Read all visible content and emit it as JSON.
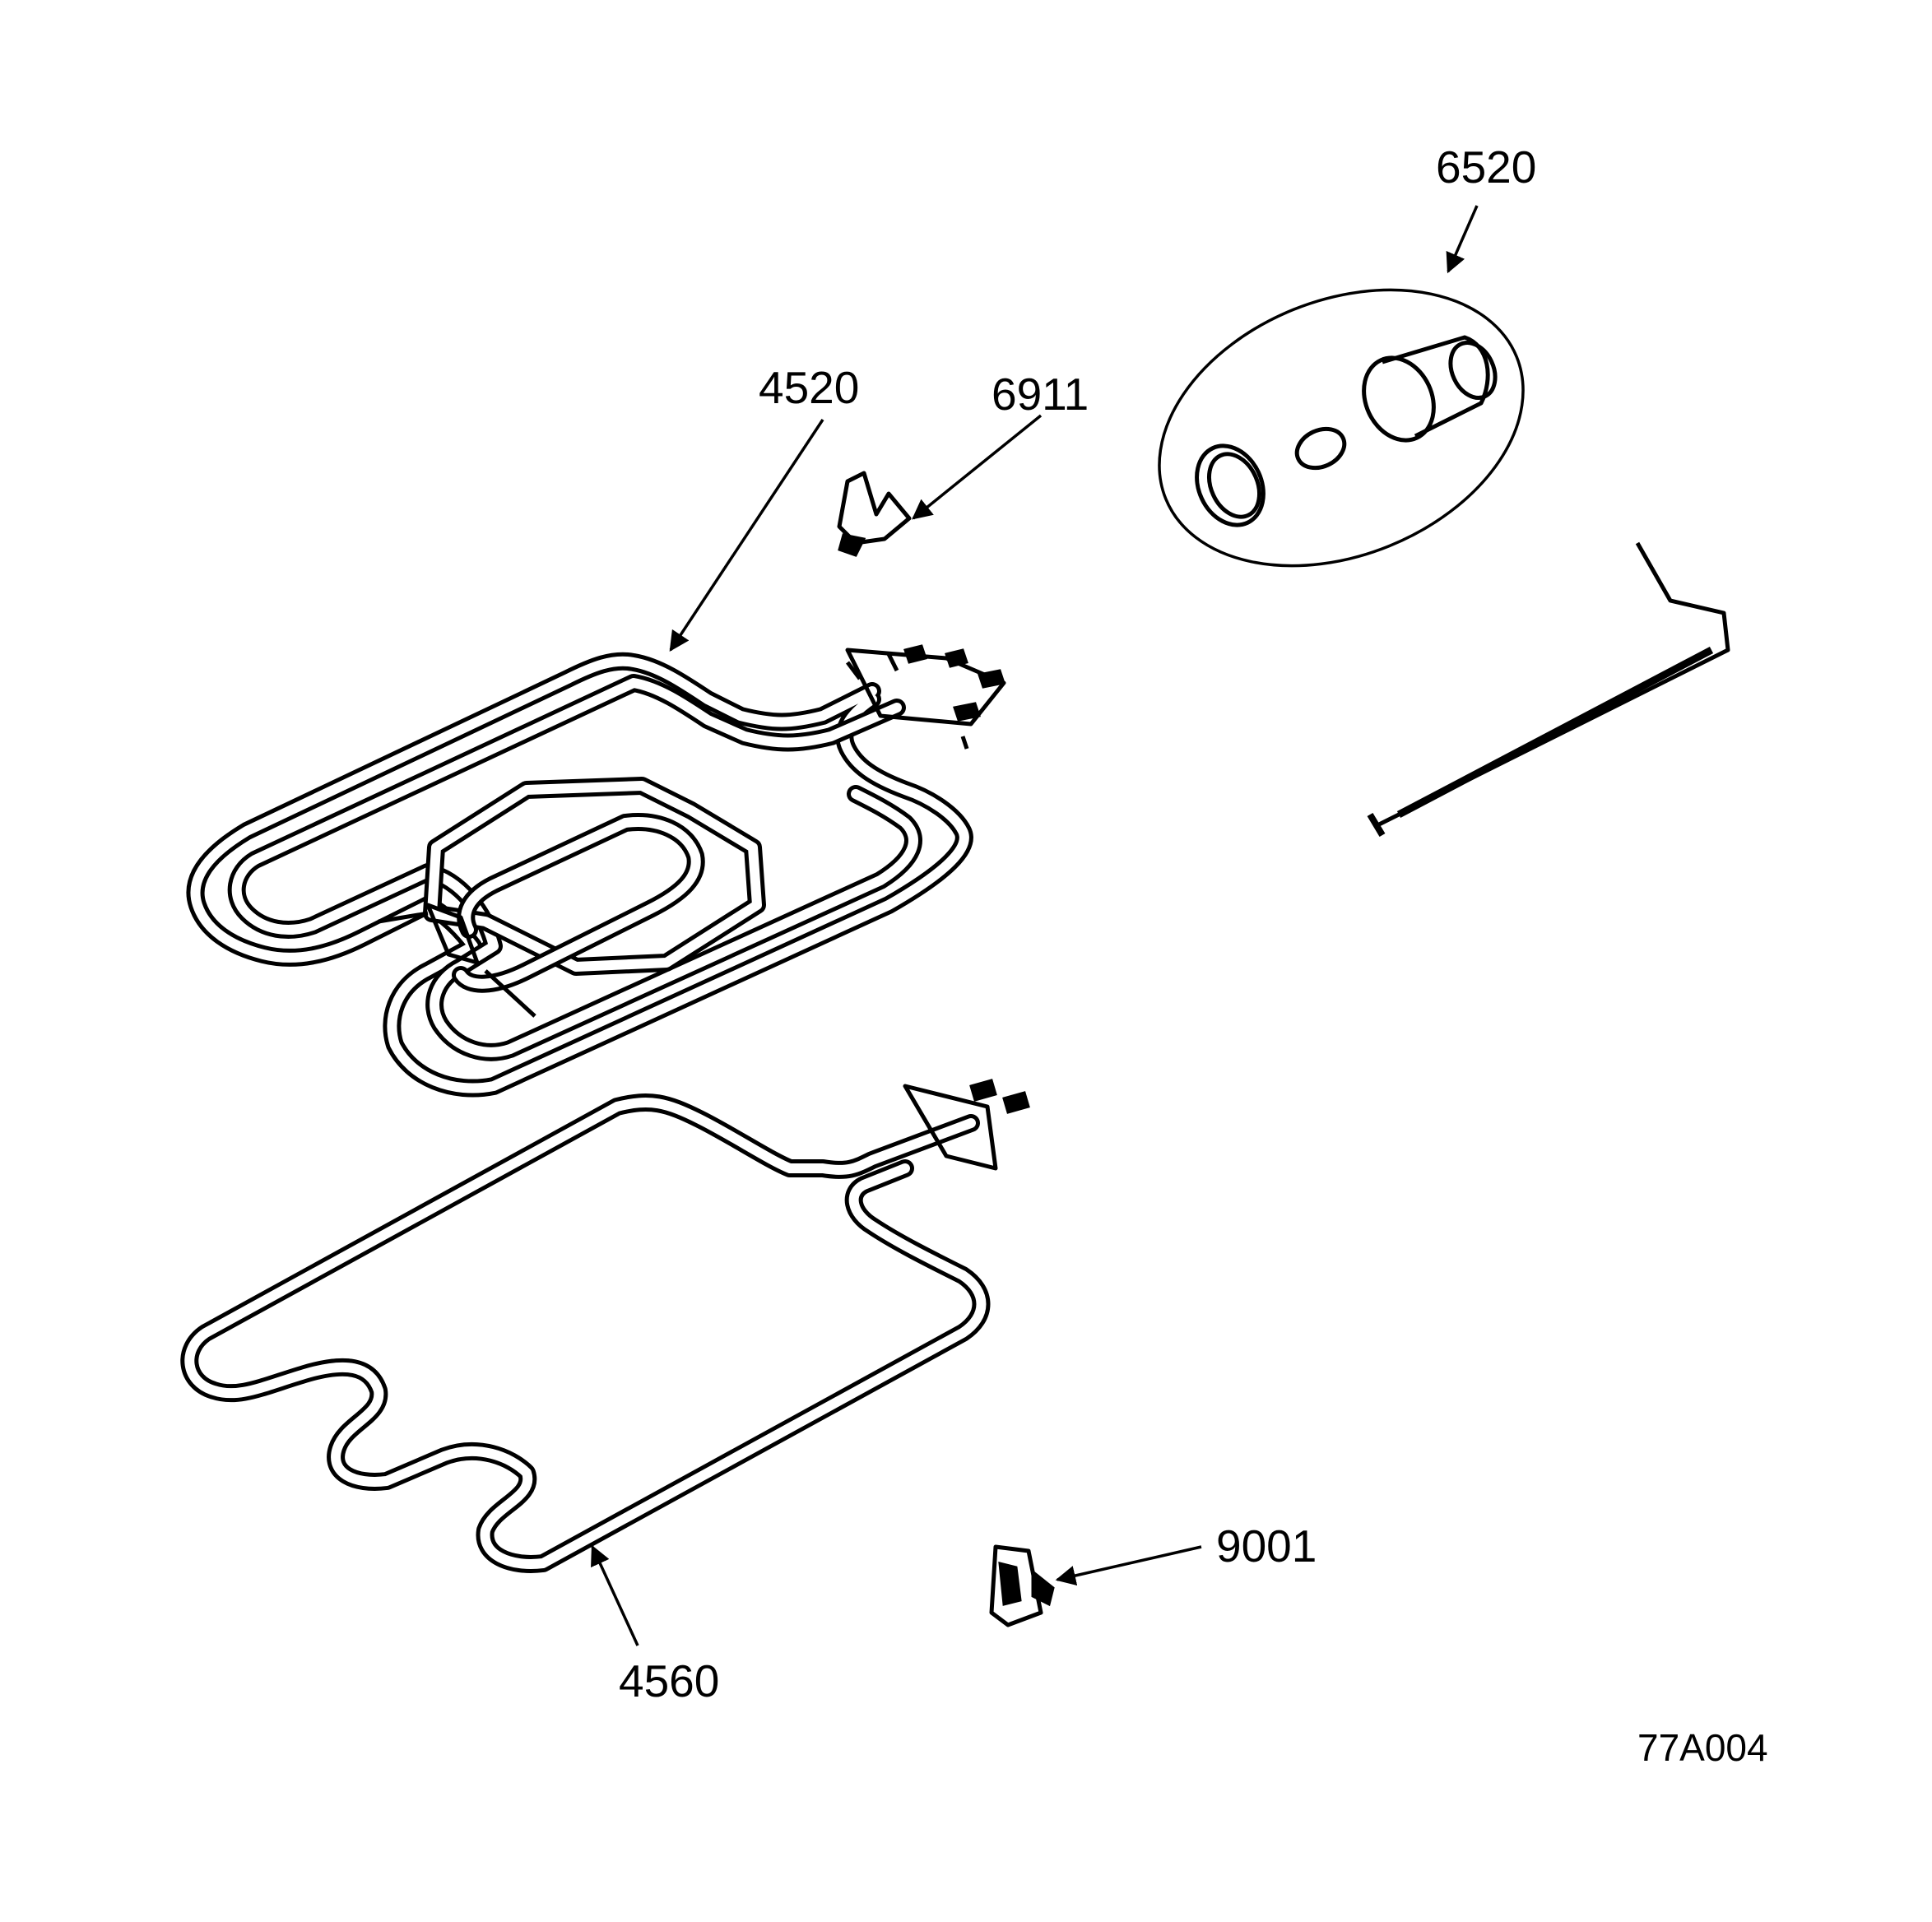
{
  "callouts": {
    "p6520": "6520",
    "p4520": "4520",
    "p6911": "6911",
    "p4560": "4560",
    "p9001": "9001"
  },
  "figure_ref": "77A004"
}
